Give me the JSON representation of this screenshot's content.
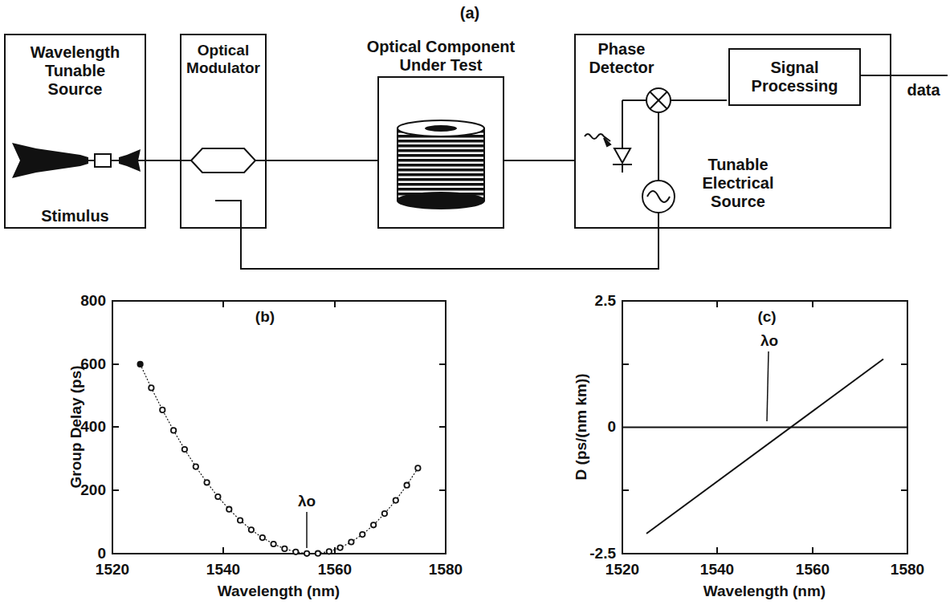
{
  "diagram": {
    "nodes": [
      {
        "text": [
          "Wavelength Tunable Source",
          "Stimulus"
        ]
      },
      {
        "text": [
          "Optical Modulator"
        ]
      },
      {
        "text": [
          "Optical Component Under Test"
        ]
      },
      {
        "text": [
          "Phase Detector",
          "Tunable Electrical Source"
        ]
      },
      {
        "text": [
          "Signal Processing"
        ],
        "in": 3
      }
    ],
    "edges": [
      {
        "from": 0,
        "to": 1,
        "arrow": "none"
      },
      {
        "from": 1,
        "to": 2,
        "arrow": "none"
      },
      {
        "from": 2,
        "to": 3,
        "arrow": "none"
      },
      {
        "from": 3,
        "to": 1,
        "arrow": "none"
      }
    ],
    "labels": [
      "(a)",
      "data",
      "800",
      "600",
      "400",
      "200",
      "0",
      "1520",
      "1540",
      "1560",
      "1580",
      "Wavelength (nm)",
      "Group Delay (ps)",
      "(b)",
      "λo",
      "(c)",
      "2.5",
      "0",
      "-2.5",
      "1520",
      "1540",
      "1560",
      "1580",
      "Wavelength (nm)",
      "D (ps/(nm km))",
      "λo"
    ]
  }
}
